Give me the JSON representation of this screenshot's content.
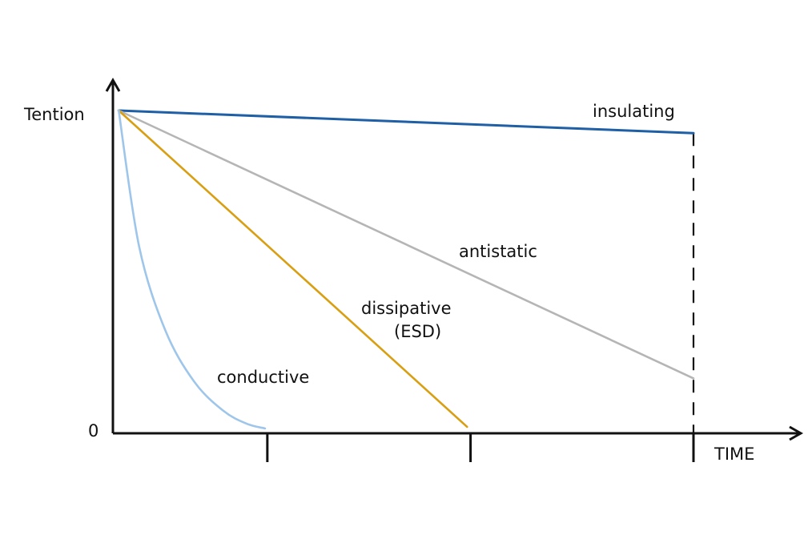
{
  "chart_data": {
    "type": "line",
    "title": "",
    "xlabel": "TIME",
    "ylabel": "Tention",
    "y_origin_label": "0",
    "grid": false,
    "legend": "none",
    "xlim": [
      0,
      10
    ],
    "ylim": [
      0,
      1
    ],
    "x_ticks": [
      2.66,
      6.16,
      10.0
    ],
    "series": [
      {
        "name": "insulating",
        "color": "#1f5fa6",
        "curve": "linear",
        "x": [
          0.1,
          10.0
        ],
        "y": [
          1.0,
          0.93
        ]
      },
      {
        "name": "antistatic",
        "color": "#b5b5b5",
        "curve": "linear",
        "x": [
          0.1,
          10.0
        ],
        "y": [
          1.0,
          0.17
        ]
      },
      {
        "name": "dissipative (ESD)",
        "color": "#d99f12",
        "curve": "linear",
        "x": [
          0.1,
          6.1
        ],
        "y": [
          1.0,
          0.02
        ]
      },
      {
        "name": "conductive",
        "color": "#9ec6ea",
        "curve": "smooth",
        "x": [
          0.1,
          0.45,
          0.9,
          1.4,
          1.9,
          2.3,
          2.62
        ],
        "y": [
          1.0,
          0.58,
          0.32,
          0.16,
          0.07,
          0.03,
          0.015
        ]
      }
    ],
    "labels": {
      "insulating": "insulating",
      "antistatic": "antistatic",
      "dissipative_line1": "dissipative",
      "dissipative_line2": "(ESD)",
      "conductive": "conductive"
    }
  }
}
